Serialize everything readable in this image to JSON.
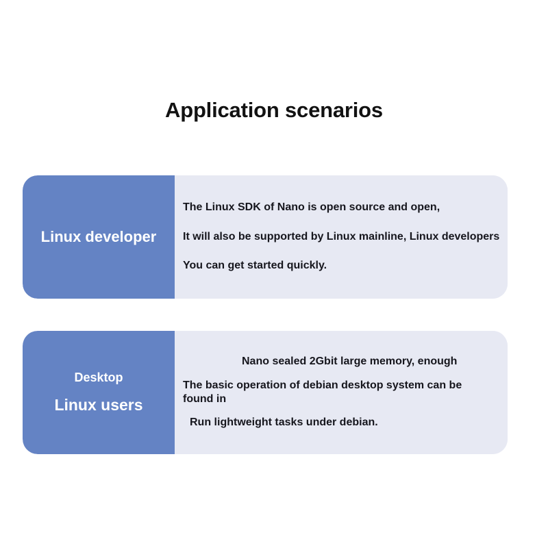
{
  "page": {
    "title": "Application scenarios",
    "background_color": "#ffffff"
  },
  "colors": {
    "label_panel": "#6483c4",
    "card_body": "#e7e9f3",
    "title_text": "#121212",
    "body_text": "#16161d",
    "label_text": "#ffffff"
  },
  "cards": [
    {
      "label_lines": [
        "Linux developer"
      ],
      "body_lines": [
        "The Linux SDK of Nano is open source and open,",
        "It will also be supported by Linux mainline, Linux developers",
        "You can get started quickly."
      ]
    },
    {
      "label_lines": [
        "Desktop",
        "Linux users"
      ],
      "body_lines": [
        "Nano sealed 2Gbit large memory, enough",
        "The basic operation of debian desktop system can be found in",
        "Run lightweight tasks under debian."
      ]
    }
  ]
}
